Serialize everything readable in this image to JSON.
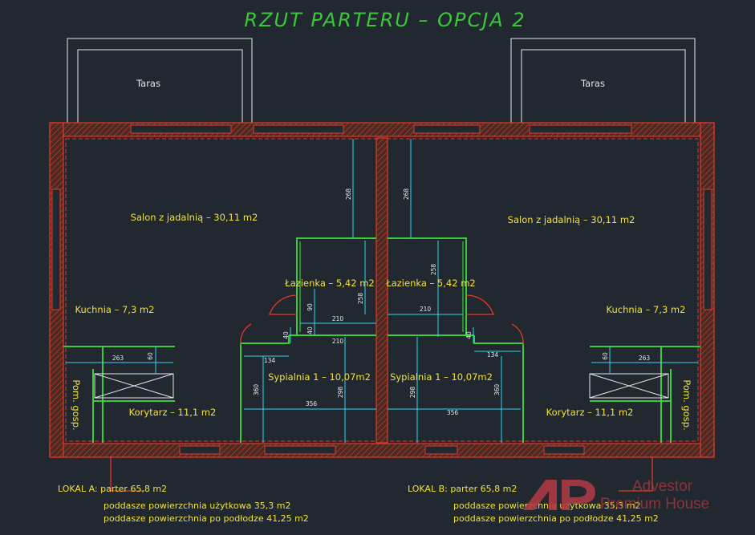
{
  "plan": {
    "title": "RZUT PARTERU – OPCJA 2",
    "rooms": {
      "taras_left": "Taras",
      "taras_right": "Taras",
      "salon_left": "Salon z jadalnią – 30,11 m2",
      "salon_right": "Salon z jadalnią – 30,11 m2",
      "lazienka_left": "Łazienka – 5,42 m2",
      "lazienka_right": "Łazienka – 5,42 m2",
      "kuchnia_left": "Kuchnia – 7,3 m2",
      "kuchnia_right": "Kuchnia – 7,3 m2",
      "sypialnia_left": "Sypialnia 1 – 10,07m2",
      "sypialnia_right": "Sypialnia 1 – 10,07m2",
      "korytarz_left": "Korytarz – 11,1 m2",
      "korytarz_right": "Korytarz – 11,1 m2",
      "pom_gosp_left": "Pom. gosp.",
      "pom_gosp_right": "Pom. gosp."
    },
    "dimensions": {
      "d268_a": "268",
      "d268_b": "268",
      "d258_a": "258",
      "d258_b": "258",
      "d210_a": "210",
      "d210_b": "210",
      "d210_c": "210",
      "d90": "90",
      "d40_a": "40",
      "d40_b": "40",
      "d40_c": "40",
      "d134_a": "134",
      "d134_b": "134",
      "d360_a": "360",
      "d360_b": "360",
      "d298_a": "298",
      "d298_b": "298",
      "d356_a": "356",
      "d356_b": "356",
      "d263_a": "263",
      "d263_b": "263",
      "d60_a": "60",
      "d60_b": "60"
    },
    "lokal_a": {
      "line1": "LOKAL A:  parter 65,8 m2",
      "line2": "poddasze powierzchnia użytkowa 35,3 m2",
      "line3": "poddasze powierzchnia po podłodze 41,25 m2"
    },
    "lokal_b": {
      "line1": "LOKAL B:  parter 65,8 m2",
      "line2": "poddasze powierzchnia użytkowa 35,3 m2",
      "line3": "poddasze powierzchnia po podłodze 41,25 m2"
    },
    "watermark": {
      "line1": "Advestor",
      "line2": "Premium House"
    },
    "colors": {
      "background": "#212830",
      "walls": "#e23a2a",
      "partitions": "#3acd3a",
      "dimensions": "#30d6f2",
      "room_labels": "#f2e23c",
      "watermark": "#b33a45"
    }
  }
}
